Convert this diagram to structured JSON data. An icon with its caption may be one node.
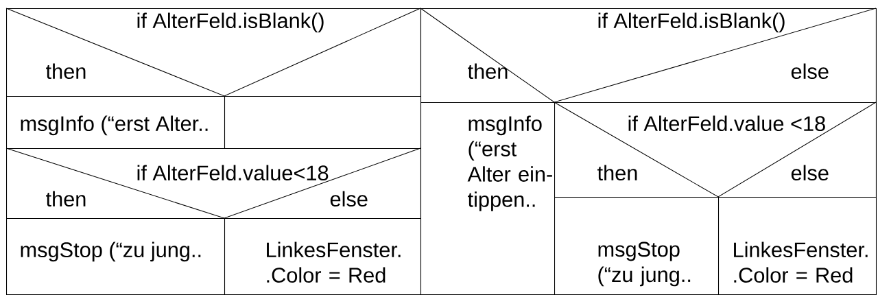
{
  "diagram": {
    "nodes": [
      {
        "text": [
          "if AlterFeld.isBlank()",
          "then"
        ]
      },
      {
        "text": [
          "msgInfo (“erst Alter.."
        ]
      },
      {
        "text": [],
        "shape": "box"
      },
      {
        "text": [
          "if AlterFeld.value<18",
          "then",
          "else"
        ]
      },
      {
        "text": [
          "msgStop (“zu jung.."
        ]
      },
      {
        "text": [
          "LinkesFenster. .Color = Red"
        ]
      },
      {
        "text": [
          "if AlterFeld.isBlank()",
          "then",
          "else"
        ]
      },
      {
        "text": [
          "msgInfo (“erst Alter ein-tippen.."
        ]
      },
      {
        "text": [
          "if AlterFeld.value <18",
          "then",
          "else"
        ]
      },
      {
        "text": [
          "msgStop (“zu jung.."
        ]
      },
      {
        "text": [
          "LinkesFenster. .Color = Red"
        ]
      }
    ]
  }
}
